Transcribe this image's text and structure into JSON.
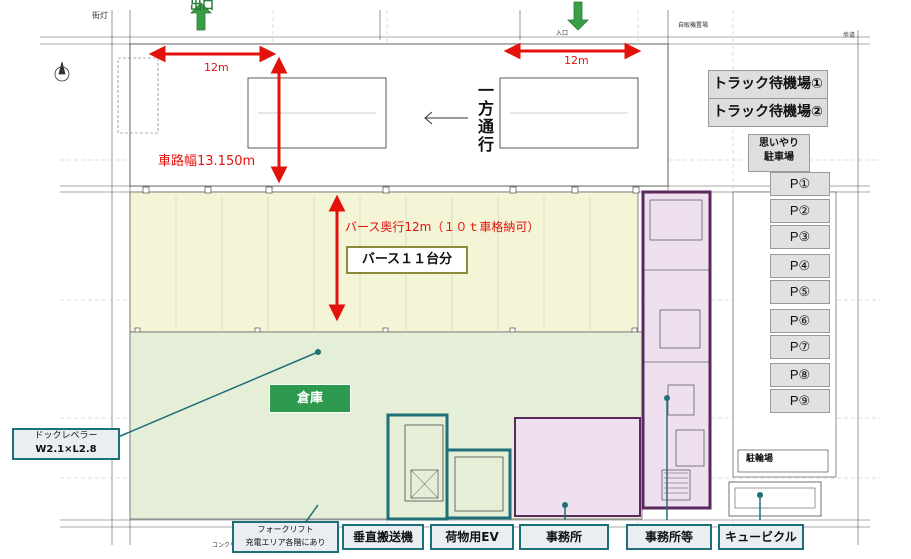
{
  "labels": {
    "exit": "出口",
    "entrance_small": "入口",
    "street_light": "街灯",
    "width_12m_left": "12m",
    "width_12m_right": "12m",
    "one_way": "一方通行",
    "road_width": "車路幅13.150m",
    "berth_depth": "バース奥行12m（１０ｔ車格納可）",
    "berth_count": "バース１１台分",
    "warehouse": "倉庫",
    "dock_leveler_line1": "ドックレベラー",
    "dock_leveler_line2": "W2.1×L2.8",
    "forklift_line1": "フォークリフト",
    "forklift_line2": "充電エリア各階にあり",
    "vertical_conveyor": "垂直搬送機",
    "freight_ev": "荷物用EV",
    "office": "事務所",
    "office_etc": "事務所等",
    "cubicle": "キュービクル",
    "bike_parking": "駐輪場",
    "truck_wait_1": "トラック待機場①",
    "truck_wait_2": "トラック待機場②",
    "omoiyari_line1": "思いやり",
    "omoiyari_line2": "駐車場",
    "tiny_kiosk": "自販機置場",
    "tiny_concrete": "コンクリート",
    "tiny_sidewalk": "歩道"
  },
  "parking_stalls": [
    "P①",
    "P②",
    "P③",
    "P④",
    "P⑤",
    "P⑥",
    "P⑦",
    "P⑧",
    "P⑨"
  ],
  "colors": {
    "berth_zone": "#f4f4d6",
    "warehouse_zone": "#e5efd8",
    "office_zone": "#efe0f0",
    "red_arrow": "#e3120b",
    "green_arrow": "#3a9e47",
    "callout_border": "#1f6f79",
    "warehouse_label_bg": "#2e9a4d",
    "berth_label_border": "#8b8b3a"
  }
}
